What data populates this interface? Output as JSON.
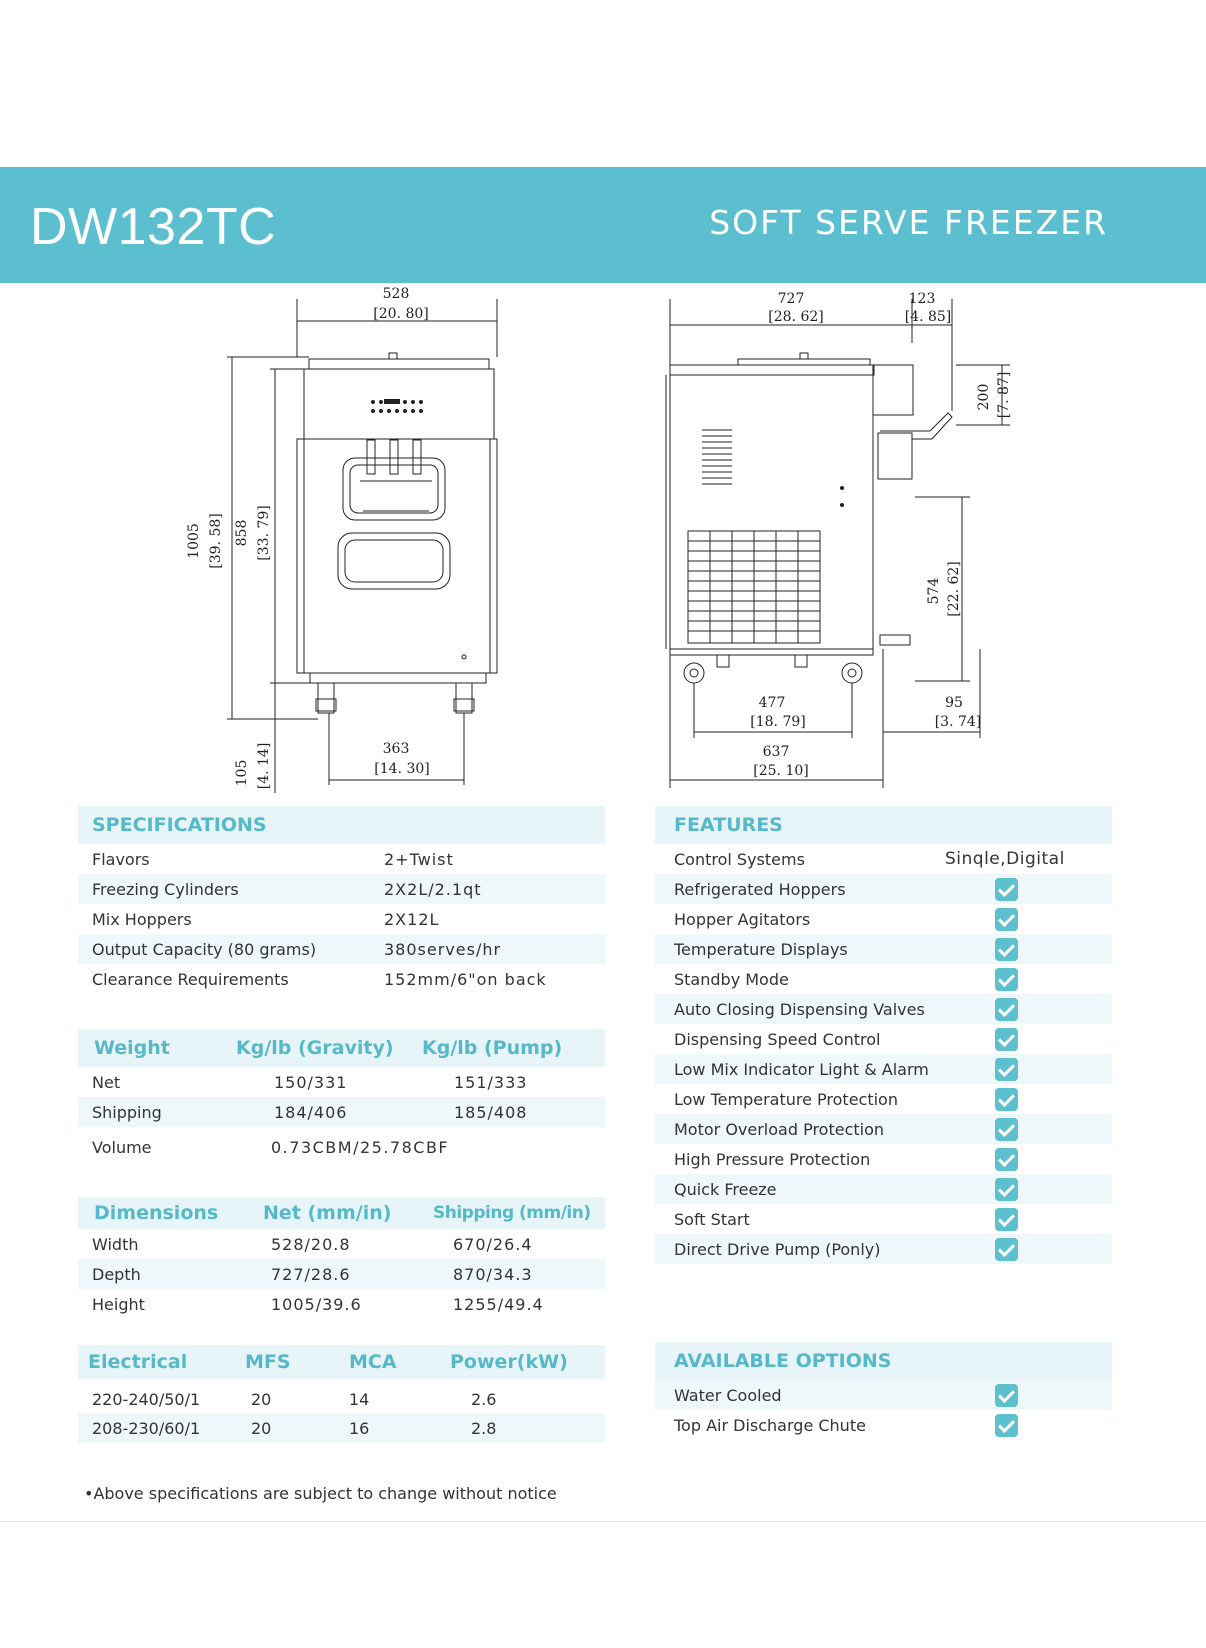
{
  "header": {
    "model": "DW132TC",
    "product_type": "SOFT SERVE FREEZER"
  },
  "drawing_dims": {
    "front": {
      "width_mm": "528",
      "width_in": "[20. 80]",
      "height_mm": "1005",
      "height_in": "[39. 58]",
      "body_height_mm": "858",
      "body_height_in": "[33. 79]",
      "leg_height_mm": "105",
      "leg_height_in": "[4. 14]",
      "wheel_span_mm": "363",
      "wheel_span_in": "[14. 30]"
    },
    "side": {
      "depth_mm": "727",
      "depth_in": "[28. 62]",
      "spout_mm": "123",
      "spout_in": "[4. 85]",
      "spout_height_mm": "200",
      "spout_height_in": "[7. 87]",
      "drip_height_mm": "574",
      "drip_height_in": "[22. 62]",
      "wheelbase_mm": "477",
      "wheelbase_in": "[18. 79]",
      "tray_mm": "95",
      "tray_in": "[3. 74]",
      "base_depth_mm": "637",
      "base_depth_in": "[25. 10]"
    }
  },
  "specifications": {
    "title": "SPECIFICATIONS",
    "rows": [
      {
        "label": "Flavors",
        "value": "2+Twist"
      },
      {
        "label": "Freezing Cylinders",
        "value": "2X2L/2.1qt"
      },
      {
        "label": "Mix Hoppers",
        "value": "2X12L"
      },
      {
        "label": "Output Capacity (80 grams)",
        "value": "380serves/hr"
      },
      {
        "label": "Clearance Requirements",
        "value": "152mm/6\"on back"
      }
    ]
  },
  "weight": {
    "headers": [
      "Weight",
      "Kg/lb (Gravity)",
      "Kg/lb (Pump)"
    ],
    "rows": [
      {
        "label": "Net",
        "gravity": "150/331",
        "pump": "151/333"
      },
      {
        "label": "Shipping",
        "gravity": "184/406",
        "pump": "185/408"
      }
    ],
    "volume_label": "Volume",
    "volume_value": "0.73CBM/25.78CBF"
  },
  "dimensions": {
    "headers": [
      "Dimensions",
      "Net (mm/in)",
      "Shipping (mm/in)"
    ],
    "rows": [
      {
        "label": "Width",
        "net": "528/20.8",
        "shipping": "670/26.4"
      },
      {
        "label": "Depth",
        "net": "727/28.6",
        "shipping": "870/34.3"
      },
      {
        "label": "Height",
        "net": "1005/39.6",
        "shipping": "1255/49.4"
      }
    ]
  },
  "electrical": {
    "headers": [
      "Electrical",
      "MFS",
      "MCA",
      "Power(kW)"
    ],
    "rows": [
      {
        "label": "220-240/50/1",
        "mfs": "20",
        "mca": "14",
        "power": "2.6"
      },
      {
        "label": "208-230/60/1",
        "mfs": "20",
        "mca": "16",
        "power": "2.8"
      }
    ]
  },
  "features": {
    "title": "FEATURES",
    "control_label": "Control Systems",
    "control_value": "Sinqle,Digital",
    "items": [
      "Refrigerated Hoppers",
      "Hopper Agitators",
      "Temperature Displays",
      "Standby Mode",
      "Auto Closing Dispensing Valves",
      "Dispensing Speed Control",
      "Low Mix Indicator Light & Alarm",
      "Low Temperature Protection",
      "Motor Overload Protection",
      "High Pressure Protection",
      "Quick Freeze",
      "Soft Start",
      "Direct Drive Pump (Ponly)"
    ]
  },
  "options": {
    "title": "AVAILABLE OPTIONS",
    "items": [
      "Water Cooled",
      "Top Air Discharge Chute"
    ]
  },
  "footnote": "•Above specifications are subject to change without notice",
  "colors": {
    "accent": "#5bbfcf",
    "header_bg": "#e7f5f8",
    "alt_row": "#eef8fa",
    "check": "#5cc0cf"
  }
}
